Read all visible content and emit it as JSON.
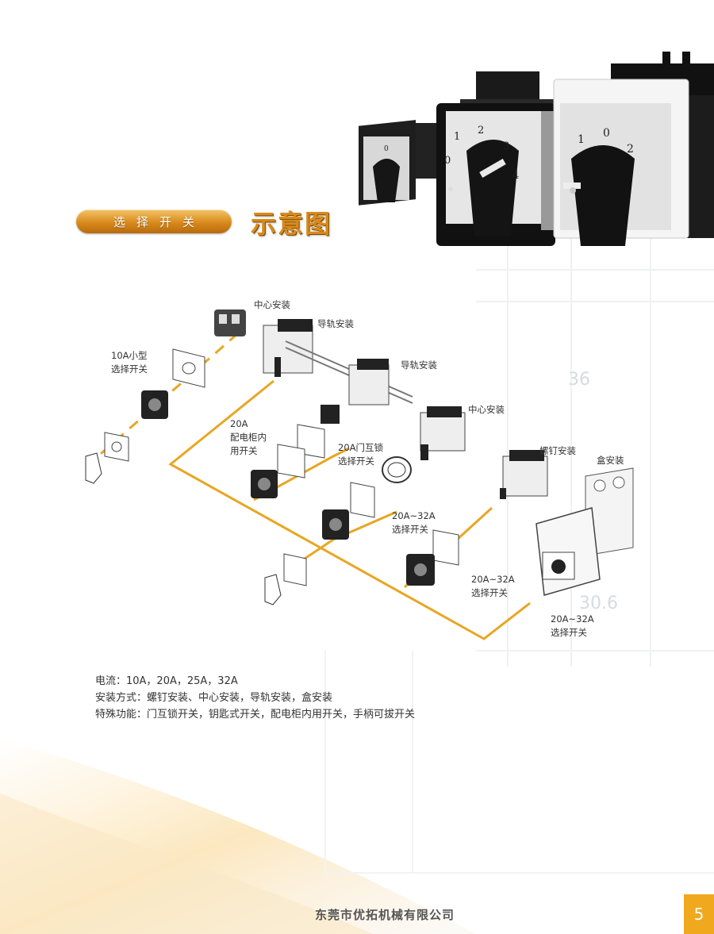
{
  "header": {
    "pill_label": "选择开关",
    "title": "示意图"
  },
  "diagram_labels": {
    "center_mount_top": "中心安装",
    "rail_mount_1": "导轨安装",
    "rail_mount_2": "导轨安装",
    "small_10a_line1": "10A小型",
    "small_10a_line2": "选择开关",
    "cabinet_20a_line1": "20A",
    "cabinet_20a_line2": "配电柜内",
    "cabinet_20a_line3": "用开关",
    "door_lock_line1": "20A门互锁",
    "door_lock_line2": "选择开关",
    "center_mount_mid": "中心安装",
    "screw_mount": "螺钉安装",
    "box_mount": "盒安装",
    "range_a_line1": "20A~32A",
    "range_a_line2": "选择开关",
    "range_b_line1": "20A~32A",
    "range_b_line2": "选择开关",
    "range_c_line1": "20A~32A",
    "range_c_line2": "选择开关"
  },
  "photo": {
    "dial_small_marks": [
      "0"
    ],
    "dial_mid_marks": [
      "1",
      "2",
      "3",
      "4",
      "0"
    ],
    "dial_large_marks": [
      "1",
      "0",
      "2"
    ]
  },
  "background_marks": [
    "36",
    "30.6"
  ],
  "specs": {
    "current": "电流：10A，20A，25A，32A",
    "mounting": "安装方式：螺钉安装、中心安装，导轨安装，盒安装",
    "special": "特殊功能：门互锁开关，钥匙式开关，配电柜内用开关，手柄可拔开关"
  },
  "footer": {
    "company": "东莞市优拓机械有限公司",
    "page_number": "5"
  },
  "colors": {
    "accent": "#d98a1c",
    "line": "#e8a623",
    "page_tab": "#f0a81e"
  }
}
